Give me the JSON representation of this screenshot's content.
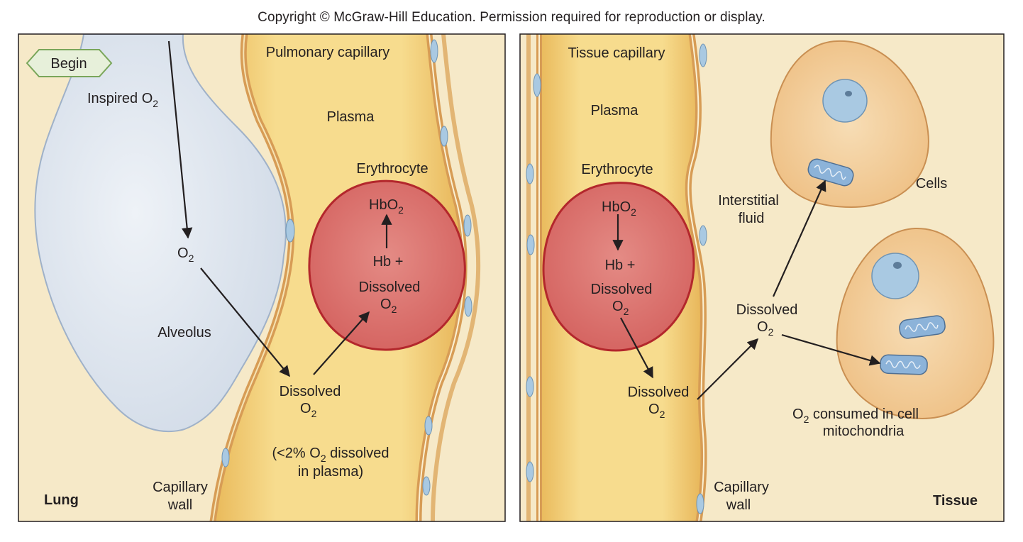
{
  "copyright": "Copyright © McGraw-Hill Education. Permission required for reproduction or display.",
  "colors": {
    "background": "#f6e9c8",
    "plasma": "#f3d27e",
    "alveolus": "#dfe6ef",
    "erythrocyte": "#dc7a76",
    "erythrocyte_border": "#b3272c",
    "cell": "#f4d4a6",
    "nucleus": "#a9c9e2",
    "mitochondrion": "#8cb3d9"
  },
  "left": {
    "begin": "Begin",
    "inspired": "Inspired O",
    "inspired_sub": "2",
    "o2": "O",
    "o2_sub": "2",
    "alveolus": "Alveolus",
    "pulmonary_capillary": "Pulmonary capillary",
    "plasma": "Plasma",
    "erythrocyte": "Erythrocyte",
    "hbo2": "HbO",
    "hbo2_sub": "2",
    "hb_plus": "Hb +",
    "dissolved_in_cell": "Dissolved",
    "dissolved_in_cell_o2": "O",
    "dissolved_in_cell_sub": "2",
    "dissolved": "Dissolved",
    "dissolved_o2": "O",
    "dissolved_sub": "2",
    "note_line1_a": "(<2% O",
    "note_line1_sub": "2",
    "note_line1_b": " dissolved",
    "note_line2": "in plasma)",
    "capillary_wall_1": "Capillary",
    "capillary_wall_2": "wall",
    "region": "Lung"
  },
  "right": {
    "tissue_capillary": "Tissue capillary",
    "plasma": "Plasma",
    "erythrocyte": "Erythrocyte",
    "hbo2": "HbO",
    "hbo2_sub": "2",
    "hb_plus": "Hb +",
    "dissolved_in_cell": "Dissolved",
    "dissolved_in_cell_o2": "O",
    "dissolved_in_cell_sub": "2",
    "dissolved": "Dissolved",
    "dissolved_o2": "O",
    "dissolved_sub": "2",
    "interstitial_1": "Interstitial",
    "interstitial_2": "fluid",
    "dissolved_fluid": "Dissolved",
    "dissolved_fluid_o2": "O",
    "dissolved_fluid_sub": "2",
    "cells": "Cells",
    "consumed_a": "O",
    "consumed_sub": "2",
    "consumed_b": " consumed in cell",
    "consumed_line2": "mitochondria",
    "capillary_wall_1": "Capillary",
    "capillary_wall_2": "wall",
    "region": "Tissue"
  }
}
